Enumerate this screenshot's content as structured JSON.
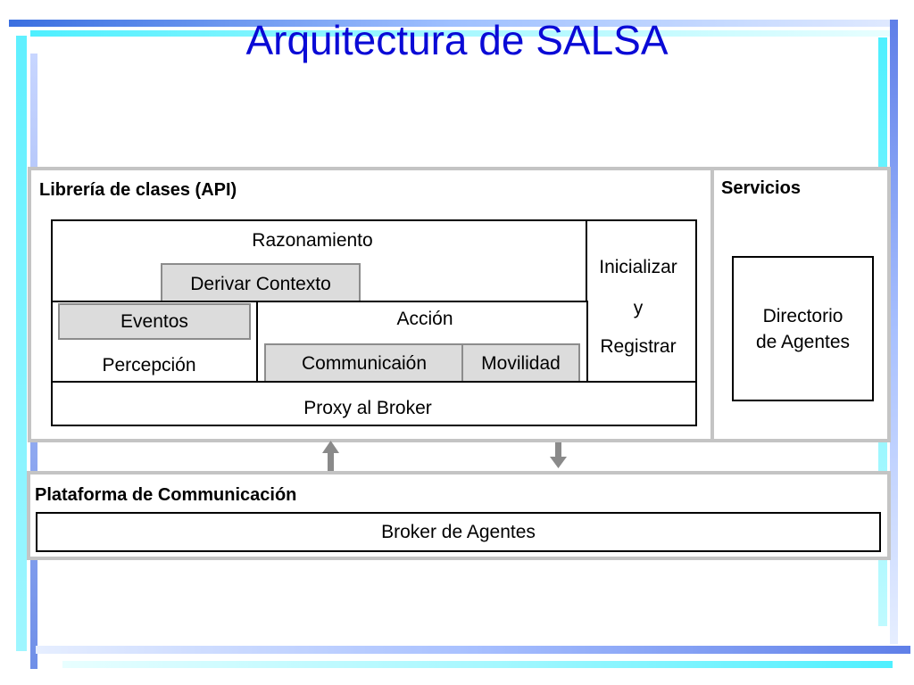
{
  "slide": {
    "title": "Arquitectura de SALSA"
  },
  "api_panel": {
    "title": "Librería de clases (API)",
    "razonamiento": "Razonamiento",
    "derivar_contexto": "Derivar Contexto",
    "eventos": "Eventos",
    "percepcion": "Percepción",
    "accion": "Acción",
    "communicaion": "Communicaión",
    "movilidad": "Movilidad",
    "inicializar_line1": "Inicializar",
    "inicializar_line2": "y",
    "inicializar_line3": "Registrar",
    "proxy": "Proxy al Broker"
  },
  "services_panel": {
    "title": "Servicios",
    "directorio_line1": "Directorio",
    "directorio_line2": "de Agentes"
  },
  "platform_panel": {
    "title": "Plataforma de Communicación",
    "broker": "Broker de Agentes"
  },
  "colors": {
    "title": "#0a0ad6",
    "frame_cyan": "#5ff0ff",
    "frame_blue": "#6f8fe8",
    "panel_border": "#c4c4c4",
    "module_fill": "#dcdcdc",
    "arrow": "#8a8a8a"
  }
}
